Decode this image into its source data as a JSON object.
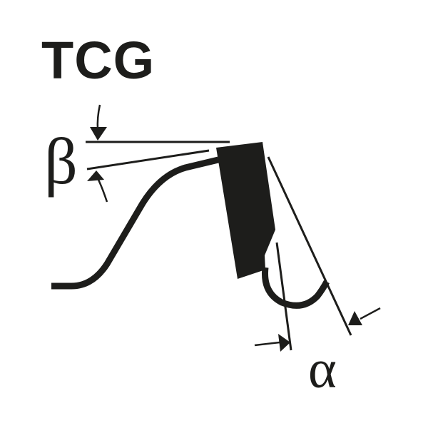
{
  "diagram": {
    "title": "TCG",
    "description": "Saw blade tooth geometry - Trapezoidal/flat tooth (TCG) with clearance angle beta and rake angle alpha",
    "labels": {
      "beta": "β",
      "alpha": "α"
    },
    "colors": {
      "ink": "#1d1d1b",
      "background": "#ffffff"
    },
    "angles": [
      {
        "name": "beta",
        "meaning": "top clearance angle",
        "position": "upper-left"
      },
      {
        "name": "alpha",
        "meaning": "rake / hook angle",
        "position": "lower-right"
      }
    ]
  }
}
